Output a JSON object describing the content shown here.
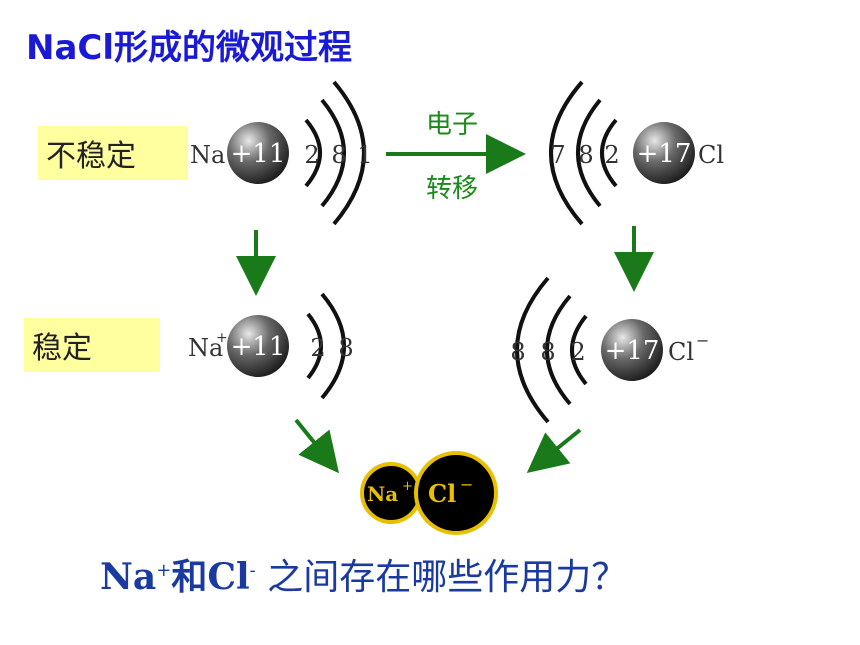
{
  "title": "NaCl形成的微观过程",
  "labels": {
    "unstable": "不稳定",
    "stable": "稳定"
  },
  "transfer": {
    "line1": "电子",
    "line2": "转移"
  },
  "atoms": {
    "na": {
      "symbol": "Na",
      "nucleus": "+11",
      "shells": [
        "2",
        "8",
        "1"
      ]
    },
    "cl": {
      "symbol": "Cl",
      "nucleus": "+17",
      "shells": [
        "7",
        "8",
        "2"
      ]
    },
    "na_ion": {
      "symbol": "Na",
      "charge": "+",
      "nucleus": "+11",
      "shells": [
        "2",
        "8"
      ]
    },
    "cl_ion": {
      "symbol": "Cl",
      "charge": "−",
      "nucleus": "+17",
      "shells": [
        "8",
        "8",
        "2"
      ]
    }
  },
  "compound": {
    "na": "Na",
    "na_charge": "+",
    "cl": "Cl",
    "cl_charge": "−"
  },
  "question": {
    "part1": "Na",
    "sup1": "+",
    "part2": "和Cl",
    "sup2": "-",
    "part3": " 之间存在哪些作用力？"
  },
  "colors": {
    "title": "#1a1ad6",
    "label_bg": "#ffffa0",
    "arrow": "#1a7a1a",
    "compound_fill": "#000000",
    "compound_border": "#e8c000",
    "question": "#1a3aa0"
  }
}
